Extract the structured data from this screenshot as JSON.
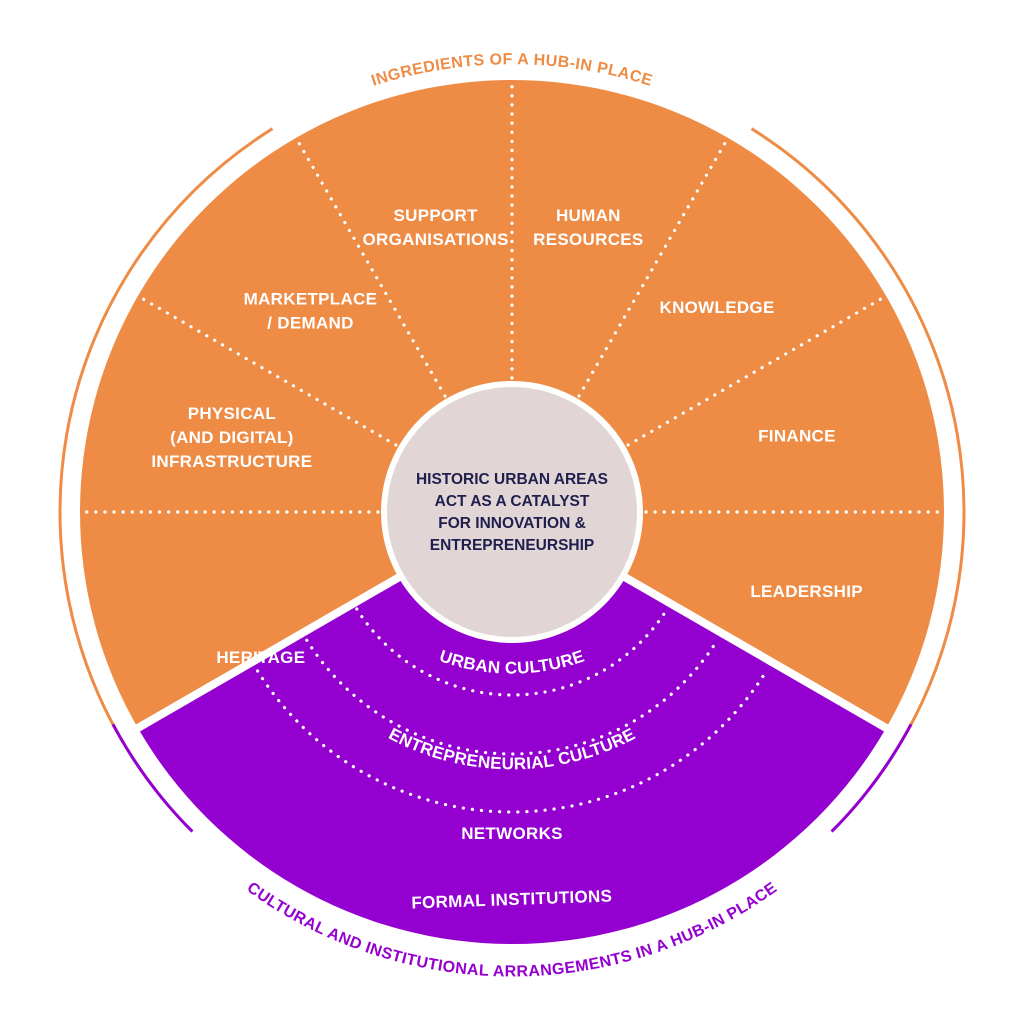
{
  "colors": {
    "orange": "#ee8c46",
    "purple": "#9400d0",
    "center": "#e1d5d6",
    "center_text": "#1f1f4d",
    "white": "#ffffff"
  },
  "outer_ring": {
    "top_title": "INGREDIENTS OF A HUB-IN PLACE",
    "bottom_title": "CULTURAL AND INSTITUTIONAL ARRANGEMENTS IN A HUB-IN PLACE"
  },
  "center": {
    "lines": [
      "HISTORIC URBAN AREAS",
      "ACT AS A CATALYST",
      "FOR INNOVATION &",
      "ENTREPRENEURSHIP"
    ]
  },
  "ingredients": [
    {
      "id": "heritage",
      "lines": [
        "HERITAGE"
      ]
    },
    {
      "id": "physical-infrastructure",
      "lines": [
        "PHYSICAL",
        "(AND DIGITAL)",
        "INFRASTRUCTURE"
      ]
    },
    {
      "id": "marketplace-demand",
      "lines": [
        "MARKETPLACE",
        "/ DEMAND"
      ]
    },
    {
      "id": "support-organisations",
      "lines": [
        "SUPPORT",
        "ORGANISATIONS"
      ]
    },
    {
      "id": "human-resources",
      "lines": [
        "HUMAN",
        "RESOURCES"
      ]
    },
    {
      "id": "knowledge",
      "lines": [
        "KNOWLEDGE"
      ]
    },
    {
      "id": "finance",
      "lines": [
        "FINANCE"
      ]
    },
    {
      "id": "leadership",
      "lines": [
        "LEADERSHIP"
      ]
    }
  ],
  "arrangements": [
    {
      "id": "urban-culture",
      "label": "URBAN CULTURE"
    },
    {
      "id": "entrepreneurial-culture",
      "label": "ENTREPRENEURIAL CULTURE"
    },
    {
      "id": "networks",
      "label": "NETWORKS"
    },
    {
      "id": "formal-institutions",
      "label": "FORMAL INSTITUTIONS"
    }
  ]
}
